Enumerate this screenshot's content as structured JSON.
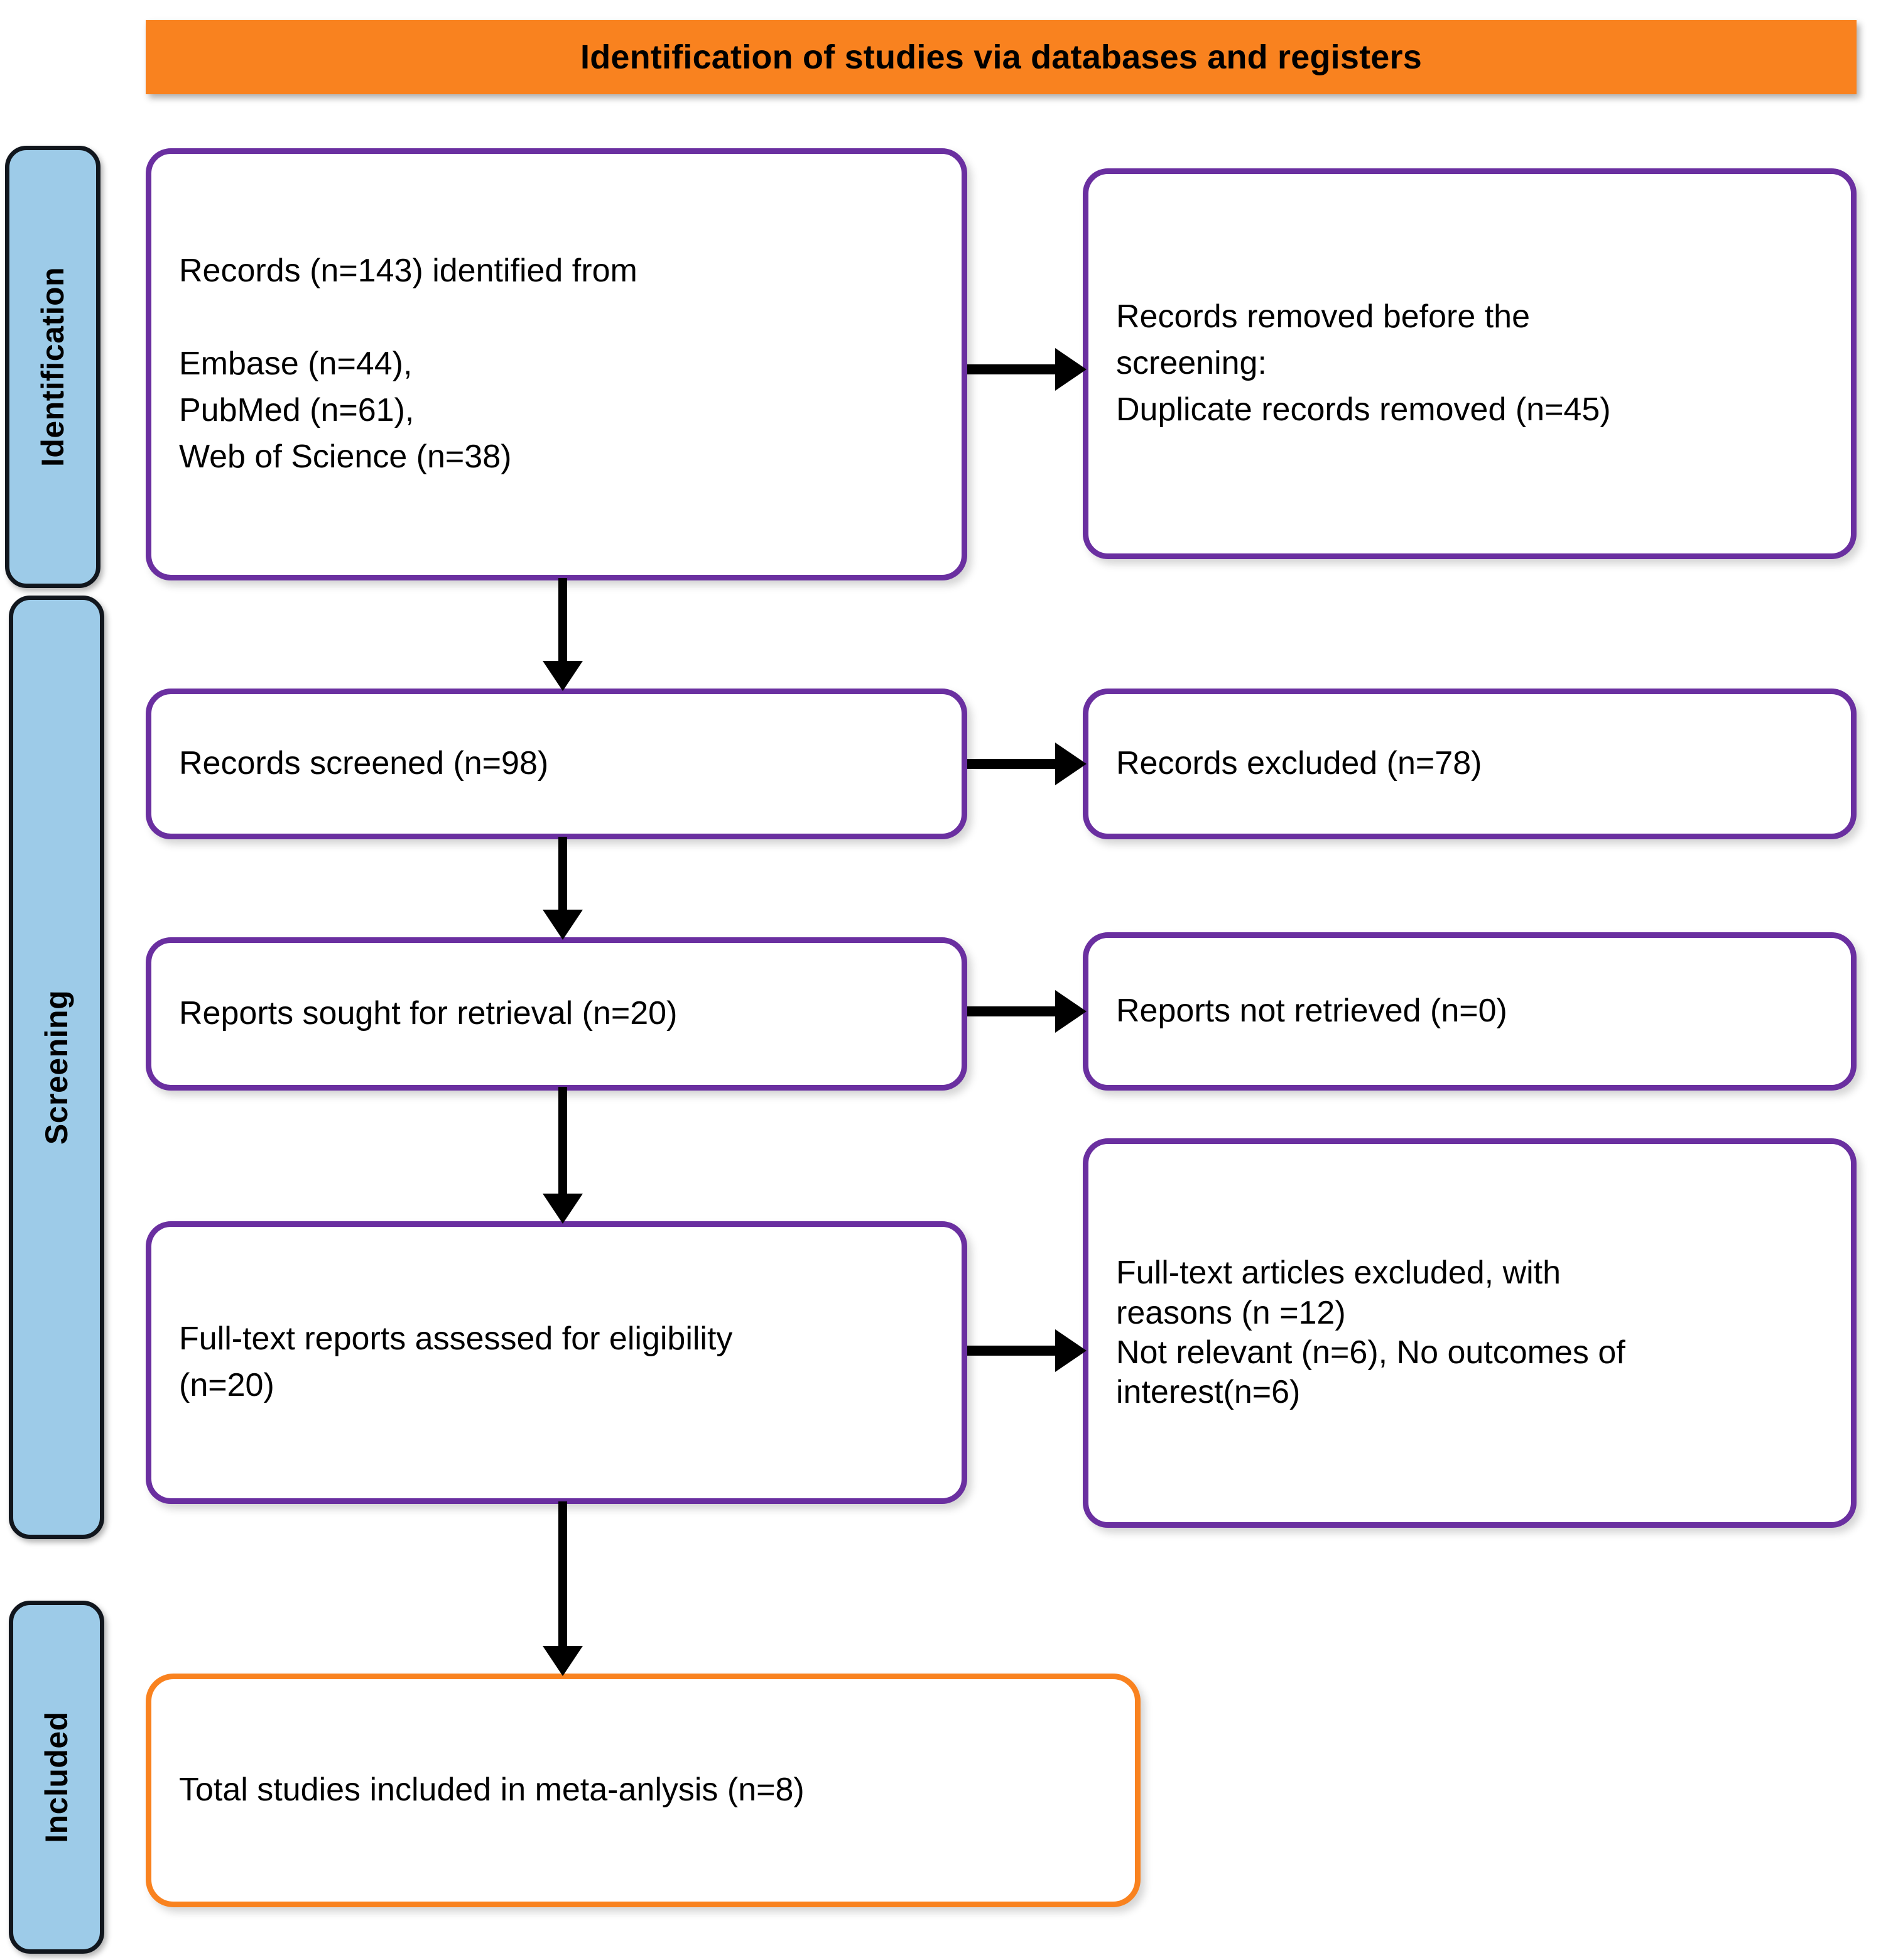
{
  "header": {
    "title": "Identification of studies via databases and registers",
    "background_color": "#F9821F",
    "text_color": "#000000"
  },
  "stages": [
    {
      "id": "identification",
      "label": "Identification",
      "background_color": "#9DCBE8",
      "border_color": "#11161D"
    },
    {
      "id": "screening",
      "label": "Screening",
      "background_color": "#9DCBE8",
      "border_color": "#11161D"
    },
    {
      "id": "included",
      "label": "Included",
      "background_color": "#9DCBE8",
      "border_color": "#11161D"
    }
  ],
  "palette": {
    "purple_border": "#6A2FA0",
    "orange_border": "#F9821F",
    "blue_tab": "#9DCBE8",
    "arrow": "#000000",
    "box_fill": "#FFFFFF"
  },
  "boxes": {
    "records_identified": {
      "text": "Records (n=143) identified from\n\nEmbase (n=44),\nPubMed (n=61),\nWeb of Science (n=38)",
      "border_color": "#6A2FA0"
    },
    "records_removed": {
      "text": "Records removed before the\nscreening:\nDuplicate records removed (n=45)",
      "border_color": "#6A2FA0"
    },
    "records_screened": {
      "text": "Records screened (n=98)",
      "border_color": "#6A2FA0"
    },
    "records_excluded": {
      "text": "Records excluded (n=78)",
      "border_color": "#6A2FA0"
    },
    "reports_sought": {
      "text": "Reports sought for retrieval (n=20)",
      "border_color": "#6A2FA0"
    },
    "reports_not_retrieved": {
      "text": "Reports not retrieved (n=0)",
      "border_color": "#6A2FA0"
    },
    "fulltext_assessed": {
      "text": "Full-text reports assessed for eligibility\n(n=20)",
      "border_color": "#6A2FA0"
    },
    "fulltext_excluded": {
      "text": "Full-text articles excluded, with\nreasons (n =12)\nNot relevant  (n=6),  No outcomes of\ninterest(n=6)",
      "border_color": "#6A2FA0"
    },
    "total_included": {
      "text": "Total studies included in meta-anlysis (n=8)",
      "border_color": "#F9821F"
    }
  },
  "counts": {
    "records_identified_total": 143,
    "embase": 44,
    "pubmed": 61,
    "web_of_science": 38,
    "duplicates_removed": 45,
    "records_screened": 98,
    "records_excluded": 78,
    "reports_sought": 20,
    "reports_not_retrieved": 0,
    "fulltext_assessed": 20,
    "fulltext_excluded": 12,
    "not_relevant": 6,
    "no_outcomes_of_interest": 6,
    "total_included": 8
  }
}
